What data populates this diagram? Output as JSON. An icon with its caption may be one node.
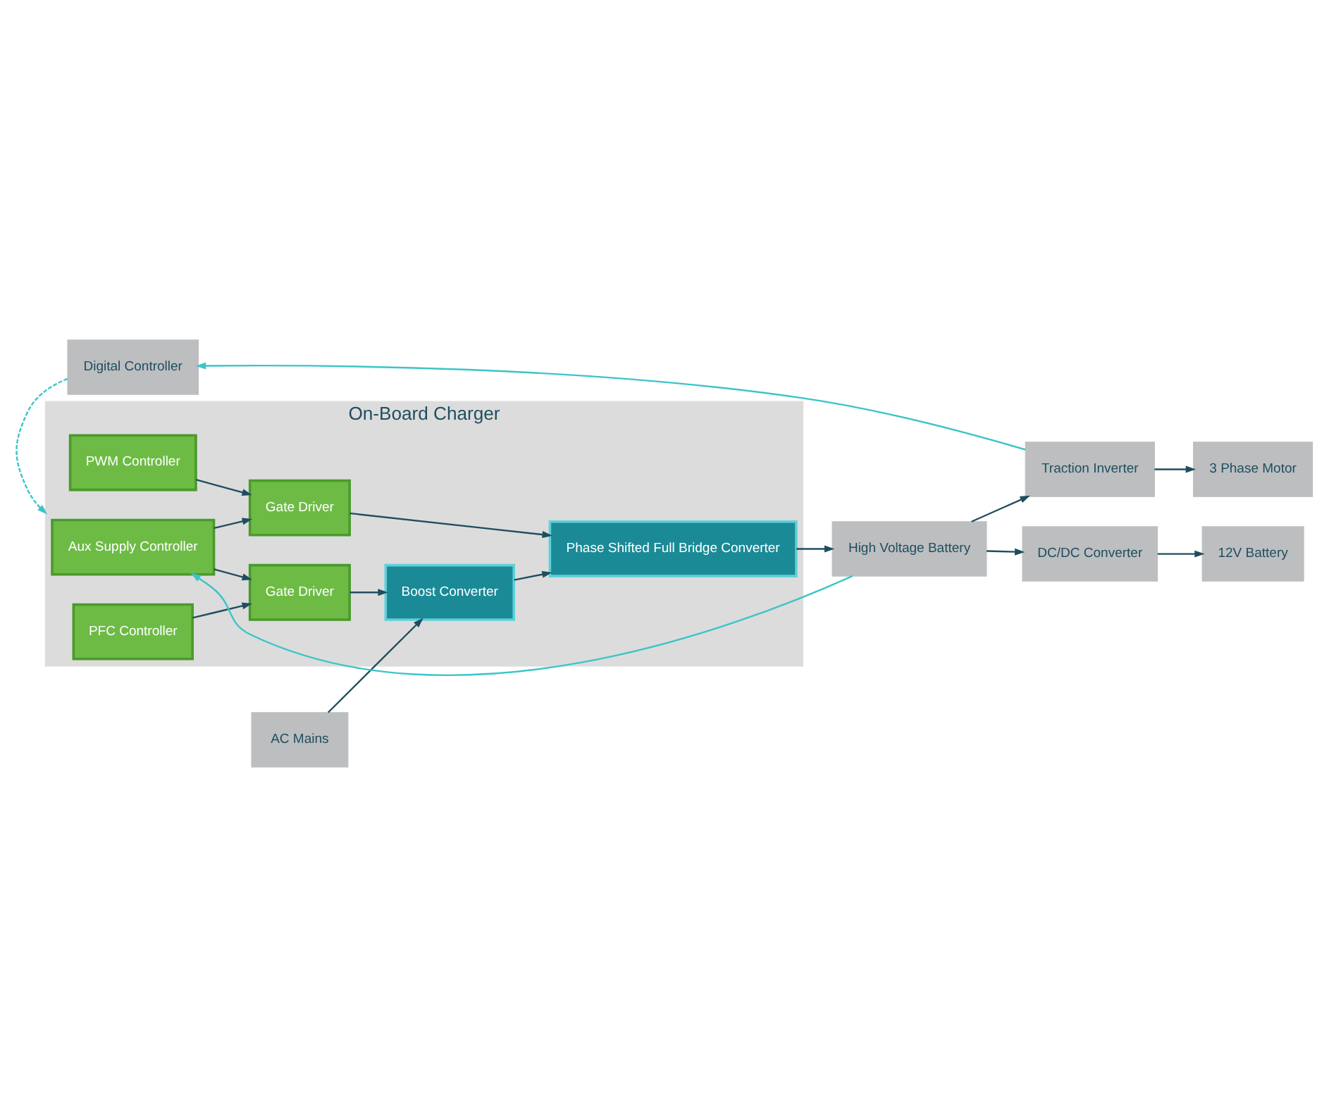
{
  "diagram": {
    "nodes": [
      {
        "text": [
          "On-Board Charger"
        ]
      },
      {
        "text": [
          "AC Mains"
        ]
      },
      {
        "text": [
          "Boost Converter"
        ],
        "in": 0
      },
      {
        "text": [
          "Phase Shifted Full Bridge Converter"
        ],
        "in": 0
      },
      {
        "text": [
          "High Voltage Battery"
        ]
      },
      {
        "text": [
          "Traction Inverter"
        ]
      },
      {
        "text": [
          "3 Phase Motor"
        ]
      },
      {
        "text": [
          "Gate Driver"
        ],
        "in": 0
      },
      {
        "text": [
          "Gate Driver"
        ],
        "in": 0
      },
      {
        "text": [
          "DC/DC Converter"
        ]
      },
      {
        "text": [
          "12V Battery"
        ]
      },
      {
        "text": [
          "PFC Controller"
        ],
        "in": 0
      },
      {
        "text": [
          "PWM Controller"
        ],
        "in": 0
      },
      {
        "text": [
          "Aux Supply Controller"
        ],
        "in": 0
      },
      {
        "text": [
          "Digital Controller"
        ]
      }
    ],
    "edges": [
      {
        "from": 1,
        "to": 2,
        "arrow": "to"
      },
      {
        "from": 2,
        "to": 3,
        "arrow": "to"
      },
      {
        "from": 3,
        "to": 4,
        "arrow": "to"
      },
      {
        "from": 4,
        "to": 5,
        "arrow": "to"
      },
      {
        "from": 5,
        "to": 6,
        "arrow": "to"
      },
      {
        "from": 4,
        "to": 9,
        "arrow": "to"
      },
      {
        "from": 9,
        "to": 10,
        "arrow": "to"
      },
      {
        "from": 7,
        "to": 2,
        "arrow": "to"
      },
      {
        "from": 8,
        "to": 3,
        "arrow": "to"
      },
      {
        "from": 11,
        "to": 7,
        "arrow": "to"
      },
      {
        "from": 12,
        "to": 8,
        "arrow": "to"
      },
      {
        "from": 13,
        "to": 7,
        "arrow": "to"
      },
      {
        "from": 13,
        "to": 8,
        "arrow": "to"
      },
      {
        "from": 4,
        "to": 13,
        "arrow": "to",
        "color": "#3cc4c8"
      },
      {
        "from": 5,
        "to": 14,
        "arrow": "to",
        "color": "#3cc4c8"
      },
      {
        "from": 14,
        "to": 0,
        "arrow": "to",
        "style": "dashed",
        "color": "#3cc4c8"
      }
    ]
  }
}
